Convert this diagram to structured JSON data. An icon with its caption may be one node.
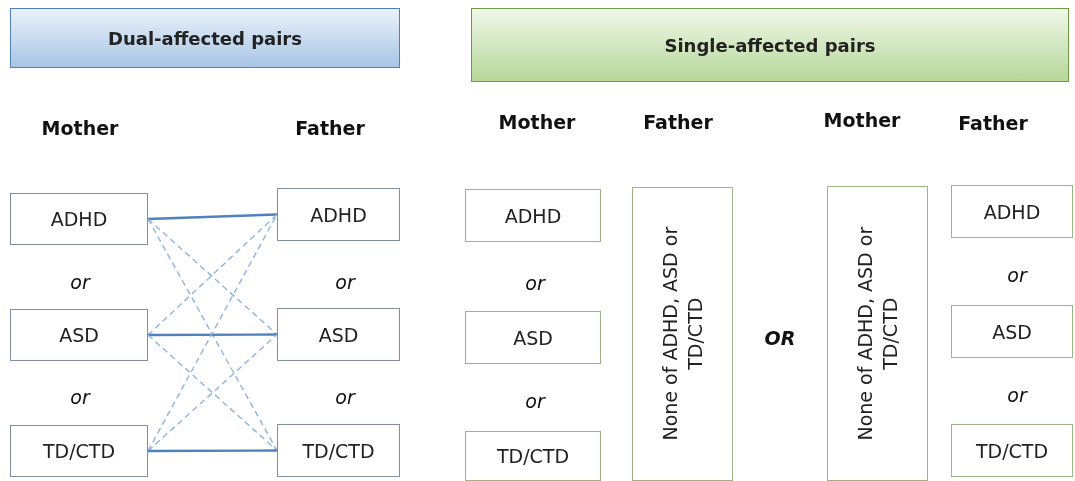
{
  "diagram": {
    "nodes": [
      {
        "text": [
          "Dual-affected pairs"
        ]
      },
      {
        "text": [
          "Single-affected pairs"
        ]
      },
      {
        "text": [
          "ADHD"
        ]
      },
      {
        "text": [
          "ASD"
        ]
      },
      {
        "text": [
          "TD/CTD"
        ]
      },
      {
        "text": [
          "ADHD"
        ]
      },
      {
        "text": [
          "ASD"
        ]
      },
      {
        "text": [
          "TD/CTD"
        ]
      },
      {
        "text": [
          "ADHD"
        ]
      },
      {
        "text": [
          "ASD"
        ]
      },
      {
        "text": [
          "TD/CTD"
        ]
      },
      {
        "text": [
          "None of ADHD, ASD or TD/CTD"
        ]
      },
      {
        "text": [
          "None of ADHD, ASD or TD/CTD"
        ]
      },
      {
        "text": [
          "ADHD"
        ]
      },
      {
        "text": [
          "ASD"
        ]
      },
      {
        "text": [
          "TD/CTD"
        ]
      }
    ],
    "edges": [
      {
        "from": 2,
        "to": 5,
        "arrow": "none",
        "color": "#4f81bd"
      },
      {
        "from": 2,
        "to": 6,
        "arrow": "none",
        "style": "dashed"
      },
      {
        "from": 2,
        "to": 7,
        "arrow": "none",
        "style": "dashed"
      },
      {
        "from": 3,
        "to": 5,
        "arrow": "none",
        "style": "dashed"
      },
      {
        "from": 3,
        "to": 6,
        "arrow": "none",
        "color": "#4f81bd"
      },
      {
        "from": 3,
        "to": 7,
        "arrow": "none",
        "style": "dashed"
      },
      {
        "from": 4,
        "to": 5,
        "arrow": "none",
        "style": "dashed"
      },
      {
        "from": 4,
        "to": 6,
        "arrow": "none",
        "style": "dashed"
      },
      {
        "from": 4,
        "to": 7,
        "arrow": "none",
        "color": "#4f81bd"
      }
    ],
    "labels": [
      "Mother",
      "Father",
      "Mother",
      "Father",
      "Mother",
      "Father",
      "or",
      "or",
      "or",
      "or",
      "or",
      "or",
      "or",
      "or",
      "OR"
    ]
  }
}
